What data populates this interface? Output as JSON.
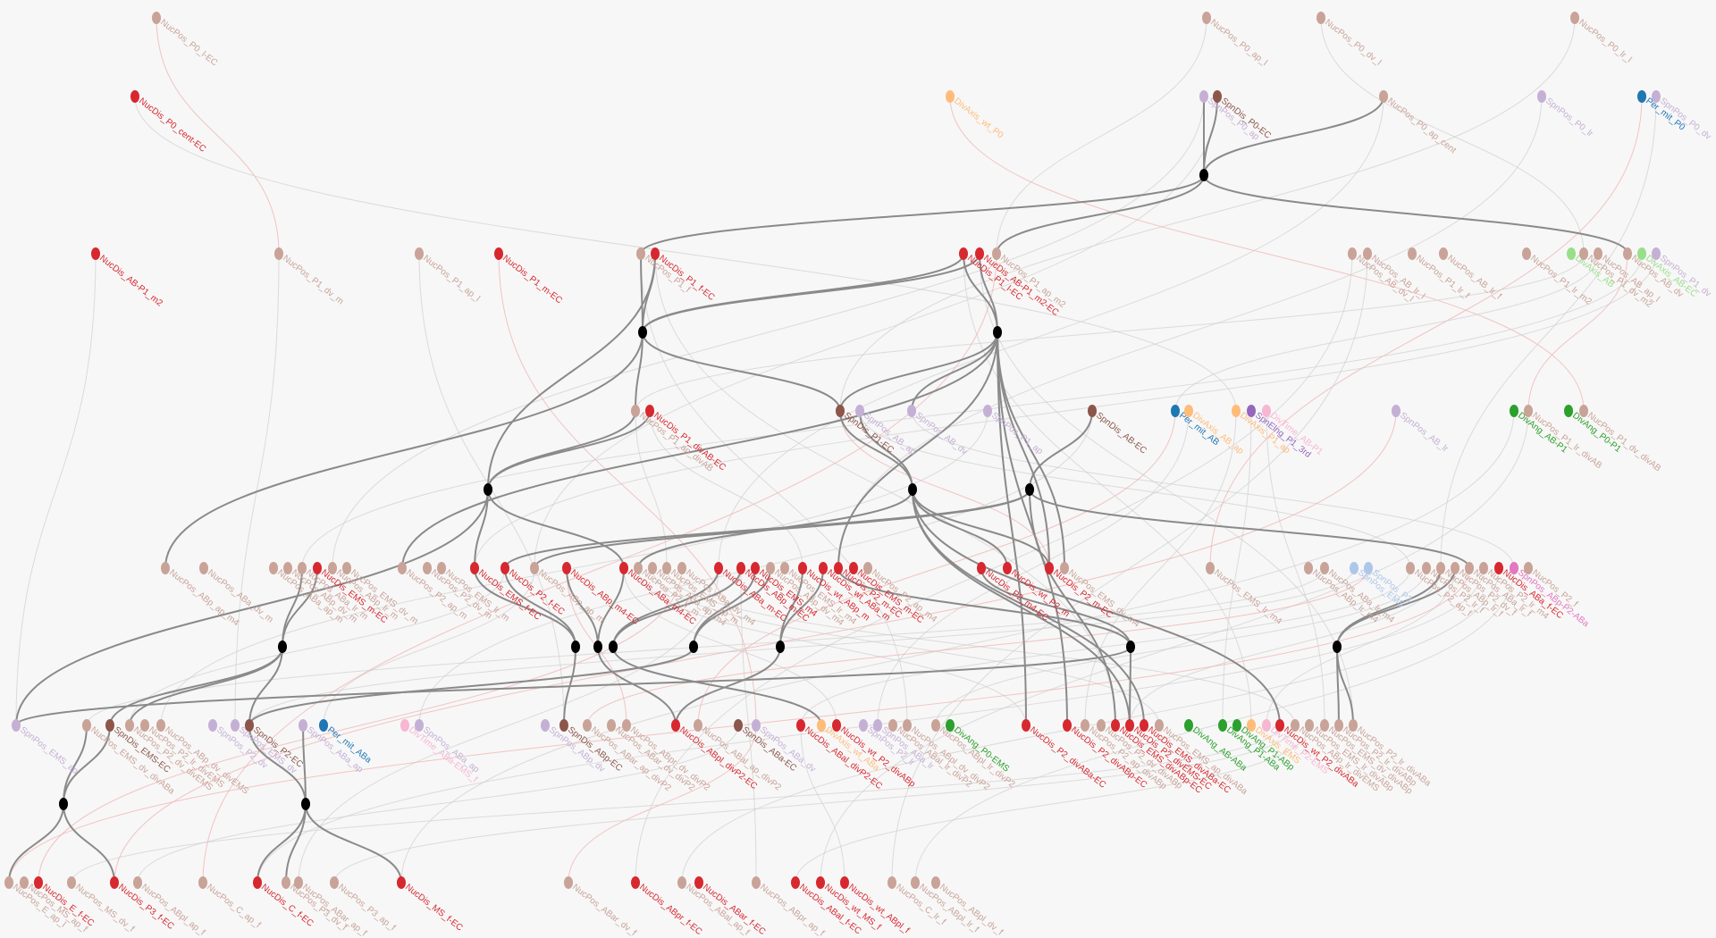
{
  "colors": {
    "NucPos": "#c9a398",
    "NucDis": "#d7282f",
    "SpnDis": "#8c564b",
    "SpnPos": "#c5b0d5",
    "DivAxis": "#ffbb78",
    "Per_mit": "#1f77b4",
    "DivAng": "#2ca02c",
    "DivTime": "#f7b6d2",
    "SpnElng": "#9467bd",
    "LightBlue": "#aec7e8",
    "LightGreen": "#98df8a",
    "Magenta": "#e377c2",
    "junction": "#000000"
  },
  "nodes": [
    {
      "id": "n1",
      "label": "NucPos_P0_l-EC",
      "kind": "NucPos"
    },
    {
      "id": "n2",
      "label": "NucPos_P0_ap_l",
      "kind": "NucPos"
    },
    {
      "id": "n3",
      "label": "NucPos_P0_dv_l",
      "kind": "NucPos"
    },
    {
      "id": "n4",
      "label": "NucPos_P0_lr_l",
      "kind": "NucPos"
    },
    {
      "id": "n5",
      "label": "NucDis_P0_cent-EC",
      "kind": "NucDis"
    },
    {
      "id": "n6",
      "label": "DivAxis_wt_P0",
      "kind": "DivAxis"
    },
    {
      "id": "n7",
      "label": "SpnPos_P0_ap",
      "kind": "SpnPos"
    },
    {
      "id": "n8",
      "label": "SpnDis_P0-EC",
      "kind": "SpnDis"
    },
    {
      "id": "n9",
      "label": "NucPos_P0_ap_cent",
      "kind": "NucPos"
    },
    {
      "id": "n10",
      "label": "SpnPos_P0_lr",
      "kind": "SpnPos"
    },
    {
      "id": "n11",
      "label": "Per_mit_P0",
      "kind": "Per_mit"
    },
    {
      "id": "n12",
      "label": "SpnPos_P0_dv",
      "kind": "SpnPos"
    },
    {
      "id": "n13",
      "label": "NucDis_AB-P1_m2",
      "kind": "NucDis"
    },
    {
      "id": "n14",
      "label": "NucPos_P1_dv_m",
      "kind": "NucPos"
    },
    {
      "id": "n15",
      "label": "NucPos_P1_ap_l",
      "kind": "NucPos"
    },
    {
      "id": "n16",
      "label": "NucDis_P1_m-EC",
      "kind": "NucDis"
    },
    {
      "id": "n17",
      "label": "NucPos_P1_f",
      "kind": "NucPos"
    },
    {
      "id": "n18",
      "label": "NucDis_P1_f-EC",
      "kind": "NucDis"
    },
    {
      "id": "n19",
      "label": "NucDis_P1_l-EC",
      "kind": "NucDis"
    },
    {
      "id": "n20",
      "label": "NucDis_AB-P1_m2-EC",
      "kind": "NucDis"
    },
    {
      "id": "n21",
      "label": "NucPos_P1_ap_m2",
      "kind": "NucPos"
    },
    {
      "id": "n22",
      "label": "NucPos_AB_dv_l",
      "kind": "NucPos"
    },
    {
      "id": "n23",
      "label": "NucPos_AB_lr_l",
      "kind": "NucPos"
    },
    {
      "id": "n24",
      "label": "NucPos_P1_lr_f",
      "kind": "NucPos"
    },
    {
      "id": "n25",
      "label": "NucPos_AB_lr_f",
      "kind": "NucPos"
    },
    {
      "id": "n26",
      "label": "NucPos_P1_lr_m2",
      "kind": "NucPos"
    },
    {
      "id": "n27",
      "label": "DivAxis_AB",
      "kind": "LightGreen"
    },
    {
      "id": "n28",
      "label": "NucPos_P1_dv_m2",
      "kind": "NucPos"
    },
    {
      "id": "n29",
      "label": "NucPos_AB_ap_l",
      "kind": "NucPos"
    },
    {
      "id": "n30",
      "label": "NucPos_AB_dv",
      "kind": "NucPos"
    },
    {
      "id": "n31",
      "label": "DivAxis_AB-EC",
      "kind": "LightGreen"
    },
    {
      "id": "n32",
      "label": "SpnPos_P1_dv",
      "kind": "SpnPos"
    },
    {
      "id": "n33",
      "label": "NucPos_P1_ap_divAB",
      "kind": "NucPos"
    },
    {
      "id": "n34",
      "label": "NucDis_P1_divAB-EC",
      "kind": "NucDis"
    },
    {
      "id": "n35",
      "label": "SpnDis_P1-EC",
      "kind": "SpnDis"
    },
    {
      "id": "n36",
      "label": "SpnPos_AB_ap",
      "kind": "SpnPos"
    },
    {
      "id": "n37",
      "label": "SpnPos_AB_dv",
      "kind": "SpnPos"
    },
    {
      "id": "n38",
      "label": "SpnPos_P1_ap",
      "kind": "SpnPos"
    },
    {
      "id": "n39",
      "label": "SpnDis_AB-EC",
      "kind": "SpnDis"
    },
    {
      "id": "n40",
      "label": "Per_mit_AB",
      "kind": "Per_mit"
    },
    {
      "id": "n41",
      "label": "DivAxis_AB_ap",
      "kind": "DivAxis"
    },
    {
      "id": "n42",
      "label": "DivAxis_P1_ap",
      "kind": "DivAxis"
    },
    {
      "id": "n43",
      "label": "SpnElng_P1_3rd",
      "kind": "SpnElng"
    },
    {
      "id": "n44",
      "label": "DivTime_AB-P1",
      "kind": "DivTime"
    },
    {
      "id": "n45",
      "label": "SpnPos_AB_lr",
      "kind": "SpnPos"
    },
    {
      "id": "n46",
      "label": "DivAng_AB-P1",
      "kind": "DivAng"
    },
    {
      "id": "n47",
      "label": "NucPos_P1_lr_divAB",
      "kind": "NucPos"
    },
    {
      "id": "n48",
      "label": "DivAng_P0-P1",
      "kind": "DivAng"
    },
    {
      "id": "n49",
      "label": "NucPos_P1_dv_divAB",
      "kind": "NucPos"
    },
    {
      "id": "n50",
      "label": "NucPos_ABp_ap_m4",
      "kind": "NucPos"
    },
    {
      "id": "n51",
      "label": "NucPos_ABa_dv_m",
      "kind": "NucPos"
    },
    {
      "id": "n52",
      "label": "NucPos_ABa_ap_m",
      "kind": "NucPos"
    },
    {
      "id": "n53",
      "label": "NucPos_ABp_dv_m",
      "kind": "NucPos"
    },
    {
      "id": "n54",
      "label": "NucPos_ABa_lr_m",
      "kind": "NucPos"
    },
    {
      "id": "n55",
      "label": "NucDis_EMS_m-EC",
      "kind": "NucDis"
    },
    {
      "id": "n56",
      "label": "NucPos_ABp_lr_m",
      "kind": "NucPos"
    },
    {
      "id": "n57",
      "label": "NucPos_EMS_dv_m",
      "kind": "NucPos"
    },
    {
      "id": "n58",
      "label": "NucPos_P2_ap_m",
      "kind": "NucPos"
    },
    {
      "id": "n59",
      "label": "NucPos_P2_dv_m",
      "kind": "NucPos"
    },
    {
      "id": "n60",
      "label": "NucPos_EMS_lr_m",
      "kind": "NucPos"
    },
    {
      "id": "n61",
      "label": "NucDis_EMS_f-EC",
      "kind": "NucDis"
    },
    {
      "id": "n62",
      "label": "NucDis_P2_f-EC",
      "kind": "NucDis"
    },
    {
      "id": "n63",
      "label": "NucPos_ABp_ap_m",
      "kind": "NucPos"
    },
    {
      "id": "n64",
      "label": "NucDis_ABp_m4-EC",
      "kind": "NucDis"
    },
    {
      "id": "n65",
      "label": "NucDis_ABa_m4-EC",
      "kind": "NucDis"
    },
    {
      "id": "n66",
      "label": "NucPos_P2_lr_m",
      "kind": "NucPos"
    },
    {
      "id": "n67",
      "label": "NucPos_ABa_ap_m4",
      "kind": "NucPos"
    },
    {
      "id": "n68",
      "label": "NucPos_EMS_ap_m",
      "kind": "NucPos"
    },
    {
      "id": "n69",
      "label": "NucPos_ABa_dv_m4",
      "kind": "NucPos"
    },
    {
      "id": "n70",
      "label": "NucDis_ABa_m-EC",
      "kind": "NucDis"
    },
    {
      "id": "n71",
      "label": "NucDis_ABp_m-EC",
      "kind": "NucDis"
    },
    {
      "id": "n72",
      "label": "NucDis_EMS_m4",
      "kind": "NucDis"
    },
    {
      "id": "n73",
      "label": "NucPos_ABp_dv_m4",
      "kind": "NucPos"
    },
    {
      "id": "n74",
      "label": "NucPos_EMS_lr_m4",
      "kind": "NucPos"
    },
    {
      "id": "n75",
      "label": "NucDis_wt_ABp_m",
      "kind": "NucDis"
    },
    {
      "id": "n76",
      "label": "NucDis_wt_ABa_m",
      "kind": "NucDis"
    },
    {
      "id": "n77",
      "label": "NucDis_P2_m-EC",
      "kind": "NucDis"
    },
    {
      "id": "n78",
      "label": "NucDis_EMS_m-EC",
      "kind": "NucDis"
    },
    {
      "id": "n79",
      "label": "NucPos_P2_ap_m4",
      "kind": "NucPos"
    },
    {
      "id": "n80",
      "label": "NucDis_P2_m4-EC",
      "kind": "NucDis"
    },
    {
      "id": "n81",
      "label": "NucDis_wt_P2_m",
      "kind": "NucDis"
    },
    {
      "id": "n82",
      "label": "NucDis_P2_m-EC",
      "kind": "NucDis"
    },
    {
      "id": "n83",
      "label": "NucPos_EMS_dv_m4",
      "kind": "NucPos"
    },
    {
      "id": "n84",
      "label": "NucPos_EMS_lr_m4",
      "kind": "NucPos"
    },
    {
      "id": "n85",
      "label": "NucPos_ABp_lr_m4",
      "kind": "NucPos"
    },
    {
      "id": "n86",
      "label": "NucPos_ABa_lr_m4",
      "kind": "NucPos"
    },
    {
      "id": "n87",
      "label": "SpnPos_EMS",
      "kind": "LightBlue"
    },
    {
      "id": "n88",
      "label": "SpnPos_P2",
      "kind": "LightBlue"
    },
    {
      "id": "n89",
      "label": "NucPos_P2_ap_f",
      "kind": "NucPos"
    },
    {
      "id": "n90",
      "label": "NucPos_P2_lr_f",
      "kind": "NucPos"
    },
    {
      "id": "n91",
      "label": "NucPos_ABp_lr_f",
      "kind": "NucPos"
    },
    {
      "id": "n92",
      "label": "NucPos_P2_dv_f",
      "kind": "NucPos"
    },
    {
      "id": "n93",
      "label": "NucPos_ABa_lr_f",
      "kind": "NucPos"
    },
    {
      "id": "n94",
      "label": "NucPos_P2_lr_m4",
      "kind": "NucPos"
    },
    {
      "id": "n95",
      "label": "NucDis_ABa_f-EC",
      "kind": "NucDis"
    },
    {
      "id": "n96",
      "label": "SpnPos_ABp-P2-ABa",
      "kind": "Magenta"
    },
    {
      "id": "n97",
      "label": "NucPos_P2_f",
      "kind": "NucPos"
    },
    {
      "id": "n98",
      "label": "SpnPos_EMS_ap",
      "kind": "SpnPos"
    },
    {
      "id": "n99",
      "label": "NucPos_EMS_dv_divABa",
      "kind": "NucPos"
    },
    {
      "id": "n100",
      "label": "SpnDis_EMS-EC",
      "kind": "SpnDis"
    },
    {
      "id": "n101",
      "label": "NucPos_P2_dv_divEMS",
      "kind": "NucPos"
    },
    {
      "id": "n102",
      "label": "NucPos_P2_lr_divEMS",
      "kind": "NucPos"
    },
    {
      "id": "n103",
      "label": "NucPos_ABp_dv_divEMS",
      "kind": "NucPos"
    },
    {
      "id": "n104",
      "label": "SpnPos_P2_dv",
      "kind": "SpnPos"
    },
    {
      "id": "n105",
      "label": "SpnPos_EMS_dv",
      "kind": "SpnPos"
    },
    {
      "id": "n106",
      "label": "SpnDis_P2-EC",
      "kind": "SpnDis"
    },
    {
      "id": "n107",
      "label": "SpnPos_ABa_ap",
      "kind": "SpnPos"
    },
    {
      "id": "n108",
      "label": "Per_mit_ABa",
      "kind": "Per_mit"
    },
    {
      "id": "n109",
      "label": "DivTime_ABa-EMS_f",
      "kind": "DivTime"
    },
    {
      "id": "n110",
      "label": "SpnPos_ABa_ap",
      "kind": "SpnPos"
    },
    {
      "id": "n111",
      "label": "SpnPos_ABp_dv",
      "kind": "SpnPos"
    },
    {
      "id": "n112",
      "label": "SpnDis_ABp-EC",
      "kind": "SpnDis"
    },
    {
      "id": "n113",
      "label": "NucPos_ABar_ap_divP2",
      "kind": "NucPos"
    },
    {
      "id": "n114",
      "label": "NucPos_ABar_dv_divP2",
      "kind": "NucPos"
    },
    {
      "id": "n115",
      "label": "NucPos_ABpr_dv_divP2",
      "kind": "NucPos"
    },
    {
      "id": "n116",
      "label": "NucDis_ABpl_divP2-EC",
      "kind": "NucDis"
    },
    {
      "id": "n117",
      "label": "NucPos_ABal_ap_divP2",
      "kind": "NucPos"
    },
    {
      "id": "n118",
      "label": "SpnDis_ABa-EC",
      "kind": "SpnDis"
    },
    {
      "id": "n119",
      "label": "SpnPos_ABa_dv",
      "kind": "SpnPos"
    },
    {
      "id": "n120",
      "label": "NucDis_ABal_divP2-EC",
      "kind": "NucDis"
    },
    {
      "id": "n121",
      "label": "DivAxis_wt_ABa",
      "kind": "DivAxis"
    },
    {
      "id": "n122",
      "label": "NucDis_wt_P2_divABp",
      "kind": "NucDis"
    },
    {
      "id": "n123",
      "label": "SpnPos_P2_lr",
      "kind": "SpnPos"
    },
    {
      "id": "n124",
      "label": "SpnPos_ABa_lr",
      "kind": "SpnPos"
    },
    {
      "id": "n125",
      "label": "NucPos_ABal_lr_divP2",
      "kind": "NucPos"
    },
    {
      "id": "n126",
      "label": "NucPos_ABpl_dv_divP2",
      "kind": "NucPos"
    },
    {
      "id": "n127",
      "label": "NucPos_ABpl_lr_divP2",
      "kind": "NucPos"
    },
    {
      "id": "n128",
      "label": "DivAng_P0-EMS",
      "kind": "DivAng"
    },
    {
      "id": "n129",
      "label": "NucDis_P2_divABa-EC",
      "kind": "NucDis"
    },
    {
      "id": "n130",
      "label": "NucDis_P2_divABp-EC",
      "kind": "NucDis"
    },
    {
      "id": "n131",
      "label": "NucPos_P2_ap_divABp",
      "kind": "NucPos"
    },
    {
      "id": "n132",
      "label": "NucPos_P2_dv_divABp",
      "kind": "NucPos"
    },
    {
      "id": "n133",
      "label": "NucDis_EMS_divABp-EC",
      "kind": "NucDis"
    },
    {
      "id": "n134",
      "label": "NucDis_P2_divEMS-EC",
      "kind": "NucDis"
    },
    {
      "id": "n135",
      "label": "NucDis_EMS_divABa-EC",
      "kind": "NucDis"
    },
    {
      "id": "n136",
      "label": "NucPos_EMS_ap_divABa",
      "kind": "NucPos"
    },
    {
      "id": "n137",
      "label": "DivAng_AB-ABa",
      "kind": "DivAng"
    },
    {
      "id": "n138",
      "label": "DivAng_P1-ABa",
      "kind": "DivAng"
    },
    {
      "id": "n139",
      "label": "DivAng_P1-ABp",
      "kind": "DivAng"
    },
    {
      "id": "n140",
      "label": "DivAxis_EMS",
      "kind": "DivAxis"
    },
    {
      "id": "n141",
      "label": "DivTime_P2-EMS",
      "kind": "DivTime"
    },
    {
      "id": "n142",
      "label": "NucDis_wt_P2_divABa",
      "kind": "NucDis"
    },
    {
      "id": "n143",
      "label": "NucPos_ABp_lr_divEMS",
      "kind": "NucPos"
    },
    {
      "id": "n144",
      "label": "NucPos_EMS_lr_divABp",
      "kind": "NucPos"
    },
    {
      "id": "n145",
      "label": "NucPos_EMS_dv_divABp",
      "kind": "NucPos"
    },
    {
      "id": "n146",
      "label": "NucPos_P2_lr_divABp",
      "kind": "NucPos"
    },
    {
      "id": "n147",
      "label": "NucPos_P2_lr_divABa",
      "kind": "NucPos"
    },
    {
      "id": "n148",
      "label": "NucPos_E_ap_l",
      "kind": "NucPos"
    },
    {
      "id": "n149",
      "label": "NucPos_MS_ap_f",
      "kind": "NucPos"
    },
    {
      "id": "n150",
      "label": "NucDis_E_f-EC",
      "kind": "NucDis"
    },
    {
      "id": "n151",
      "label": "NucPos_MS_dv_f",
      "kind": "NucPos"
    },
    {
      "id": "n152",
      "label": "NucDis_P3_f-EC",
      "kind": "NucDis"
    },
    {
      "id": "n153",
      "label": "NucPos_ABpl_ap_f",
      "kind": "NucPos"
    },
    {
      "id": "n154",
      "label": "NucPos_C_ap_f",
      "kind": "NucPos"
    },
    {
      "id": "n155",
      "label": "NucDis_C_f-EC",
      "kind": "NucDis"
    },
    {
      "id": "n156",
      "label": "NucPos_P3_dv_f",
      "kind": "NucPos"
    },
    {
      "id": "n157",
      "label": "NucPos_ABar_ap_f",
      "kind": "NucPos"
    },
    {
      "id": "n158",
      "label": "NucPos_P3_ap_f",
      "kind": "NucPos"
    },
    {
      "id": "n159",
      "label": "NucDis_MS_f-EC",
      "kind": "NucDis"
    },
    {
      "id": "n160",
      "label": "NucPos_ABar_dv_f",
      "kind": "NucPos"
    },
    {
      "id": "n161",
      "label": "NucDis_ABpr_f-EC",
      "kind": "NucDis"
    },
    {
      "id": "n162",
      "label": "NucPos_ABal_ap_f",
      "kind": "NucPos"
    },
    {
      "id": "n163",
      "label": "NucDis_ABar_f-EC",
      "kind": "NucDis"
    },
    {
      "id": "n164",
      "label": "NucPos_ABpr_ap_f",
      "kind": "NucPos"
    },
    {
      "id": "n165",
      "label": "NucDis_ABal_f-EC",
      "kind": "NucDis"
    },
    {
      "id": "n166",
      "label": "NucDis_wt_MS_f",
      "kind": "NucDis"
    },
    {
      "id": "n167",
      "label": "NucDis_wt_ABpl_f",
      "kind": "NucDis"
    },
    {
      "id": "n168",
      "label": "NucPos_C_lr_f",
      "kind": "NucPos"
    },
    {
      "id": "n169",
      "label": "NucPos_ABpl_lr_f",
      "kind": "NucPos"
    },
    {
      "id": "n170",
      "label": "NucPos_ABpl_dv_f",
      "kind": "NucPos"
    }
  ]
}
